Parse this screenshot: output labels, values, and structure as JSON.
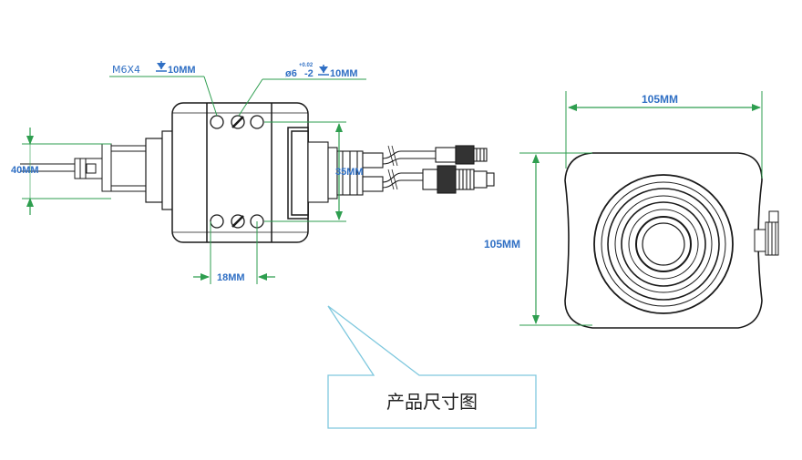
{
  "colors": {
    "dimension": "#2e9e4f",
    "label_text": "#2f6fc4",
    "outline": "#1a1a1a",
    "callout_border": "#7fc8de"
  },
  "labels": {
    "thread_spec": "M6X4",
    "thread_depth": "10MM",
    "pin_spec": "ø6",
    "pin_tolerance": "+0.02",
    "pin_suffix": "-2",
    "pin_depth": "10MM",
    "height_40": "40MM",
    "spacing_35": "35MM",
    "spacing_18": "18MM",
    "width_105": "105MM",
    "height_105": "105MM"
  },
  "callout": {
    "title": "产品尺寸图"
  }
}
